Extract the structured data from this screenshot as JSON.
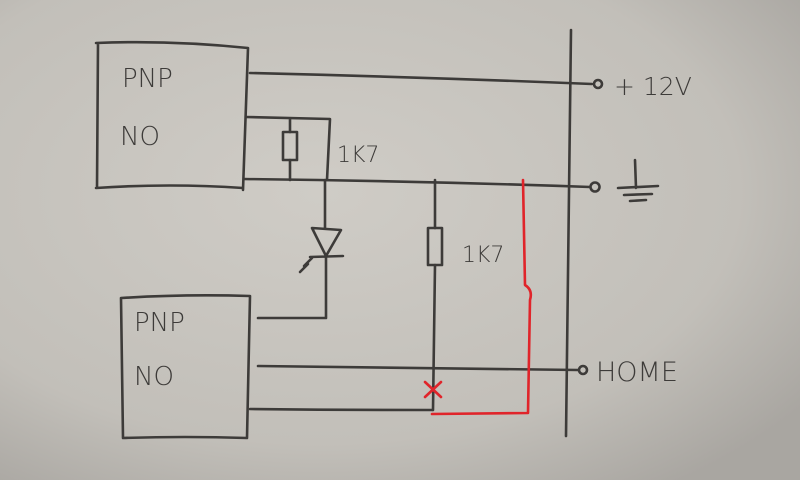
{
  "diagram": {
    "top_module": {
      "line1": "PNP",
      "line2": "NO"
    },
    "bottom_module": {
      "line1": "PNP",
      "line2": "NO"
    },
    "resistor_top": {
      "label": "1K7"
    },
    "resistor_right": {
      "label": "1K7"
    },
    "terminals": {
      "supply": "+ 12V",
      "home": "HOME"
    },
    "ink_color": "#3d3b39",
    "correction_color": "#e0242a"
  }
}
